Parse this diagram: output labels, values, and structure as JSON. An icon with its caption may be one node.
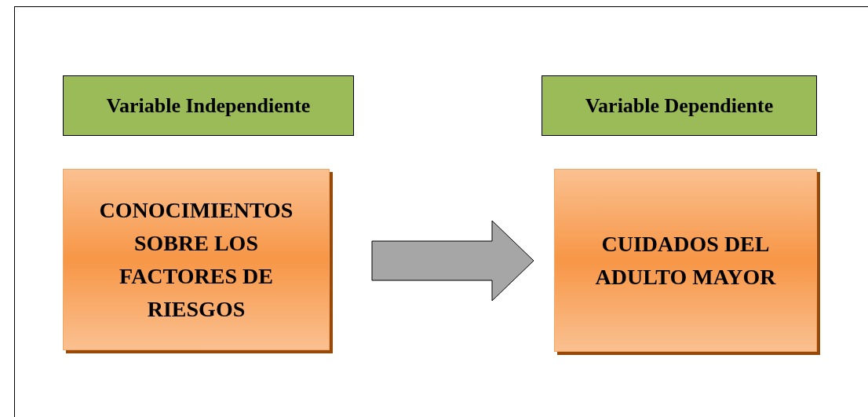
{
  "diagram": {
    "nodes": [
      {
        "text": [
          "Variable Independiente"
        ]
      },
      {
        "text": [
          "Variable Dependiente"
        ]
      },
      {
        "text": [
          "CONOCIMIENTOS SOBRE LOS FACTORES DE RIESGOS"
        ]
      },
      {
        "text": [
          "CUIDADOS DEL ADULTO MAYOR"
        ]
      }
    ],
    "edges": [
      {
        "from": 2,
        "to": 3,
        "arrow": "to"
      }
    ]
  }
}
